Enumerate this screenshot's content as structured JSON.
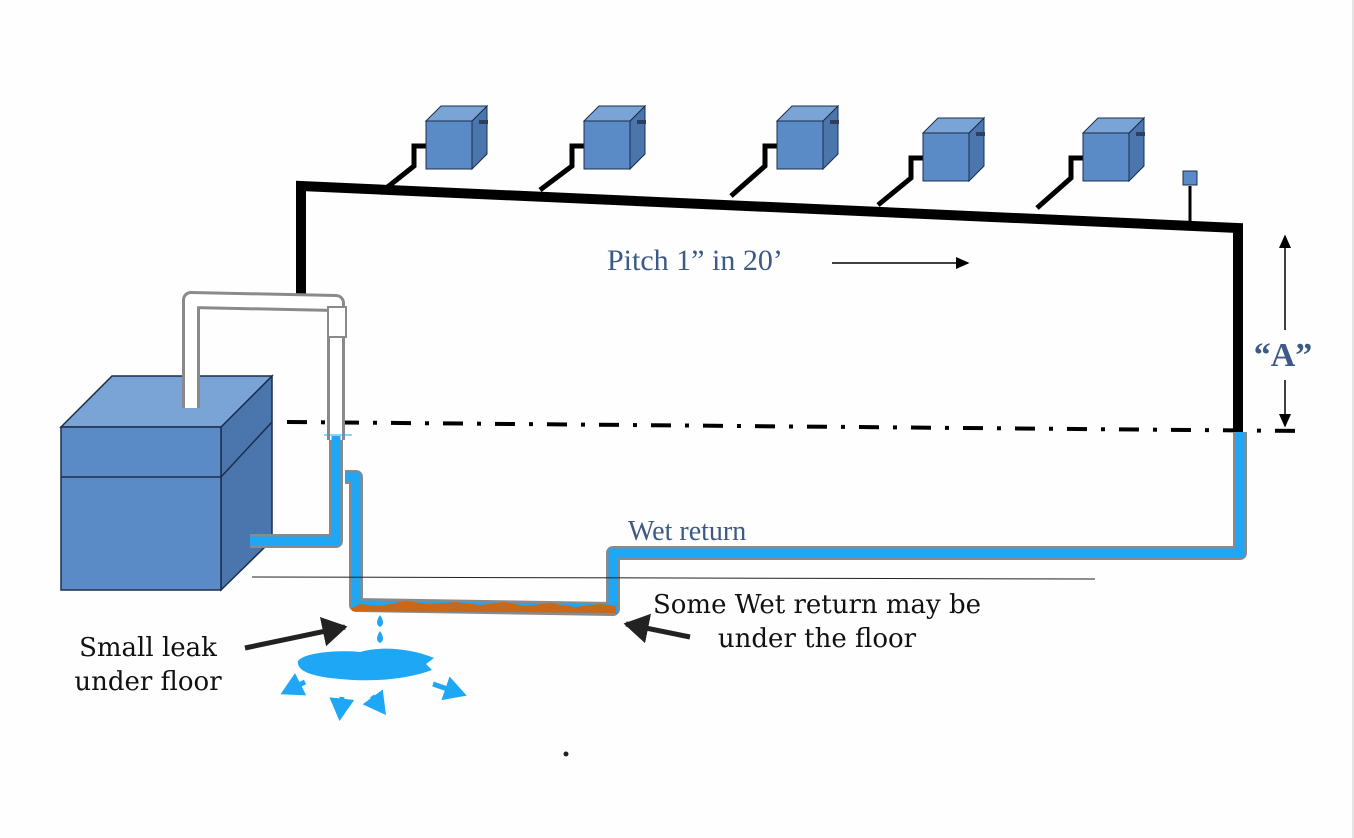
{
  "diagram": {
    "title": "One-pipe steam system with wet return",
    "labels": {
      "pitch": "Pitch 1” in 20’",
      "dimension_a": "“A”",
      "wet_return": "Wet return",
      "leak_line1": "Small leak",
      "leak_line2": "under floor",
      "under_floor_line1": "Some Wet return may be",
      "under_floor_line2": "under the floor"
    },
    "components": {
      "boiler": "boiler",
      "radiators": [
        "radiator-1",
        "radiator-2",
        "radiator-3",
        "radiator-4",
        "radiator-5"
      ],
      "main_vent": "main-vent",
      "steam_main": "steam-main",
      "wet_return": "wet-return-pipe",
      "water_line": "boiler-water-line"
    },
    "colors": {
      "box_front": "#5b8bc6",
      "box_top": "#7aa3d6",
      "box_side": "#4a76ad",
      "outline": "#1c2e4a",
      "water": "#1ea7f5",
      "pipe_wall": "#8a8a8a",
      "sediment": "#c7681a",
      "steam_pipe": "#000000",
      "label_blue": "#3d5a86"
    }
  }
}
